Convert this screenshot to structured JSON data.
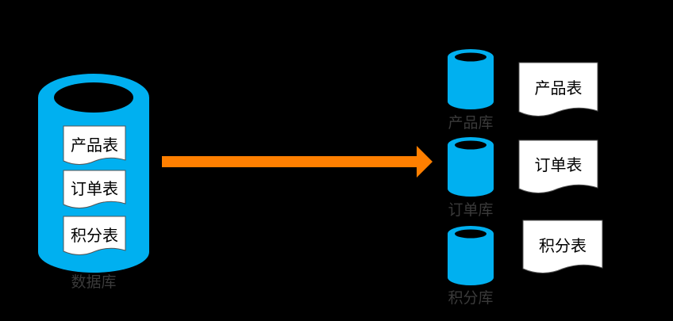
{
  "colors": {
    "background": "#000000",
    "cylinder": "#00B0F0",
    "arrow": "#FF7F00",
    "document": "#FFFFFF",
    "caption": "#3A3A3A"
  },
  "source": {
    "caption": "数据库",
    "tables": [
      "产品表",
      "订单表",
      "积分表"
    ]
  },
  "targets": [
    {
      "db_caption": "产品库",
      "table": "产品表"
    },
    {
      "db_caption": "订单库",
      "table": "订单表"
    },
    {
      "db_caption": "积分库",
      "table": "积分表"
    }
  ]
}
